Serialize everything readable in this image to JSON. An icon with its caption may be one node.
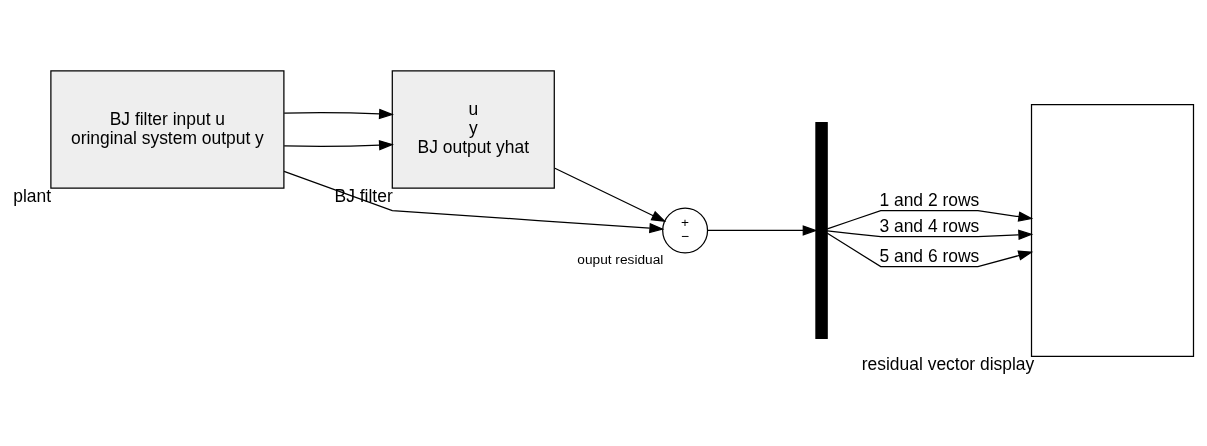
{
  "diagram": {
    "nodes": [
      {
        "text": [
          "BJ filter input u",
          "oringinal system output y"
        ],
        "beside": [
          "plant"
        ]
      },
      {
        "text": [
          "u",
          "y",
          "BJ output yhat"
        ],
        "beside": [
          "BJ filter"
        ]
      },
      {
        "text": [
          "+",
          "−"
        ],
        "beside": [
          "ouput residual"
        ]
      },
      {
        "text": [],
        "shape": "bar"
      },
      {
        "text": [],
        "shape": "box",
        "beside": [
          "residual vector display"
        ]
      }
    ],
    "edges": [
      {
        "from": 0,
        "to": 1,
        "arrow": "to"
      },
      {
        "from": 0,
        "to": 1,
        "arrow": "to"
      },
      {
        "from": 1,
        "to": 2,
        "arrow": "to"
      },
      {
        "from": 0,
        "to": 2,
        "arrow": "to"
      },
      {
        "from": 2,
        "to": 3,
        "arrow": "to"
      },
      {
        "from": 3,
        "to": 4,
        "label": "1 and 2 rows",
        "arrow": "to"
      },
      {
        "from": 3,
        "to": 4,
        "label": "3 and 4 rows",
        "arrow": "to"
      },
      {
        "from": 3,
        "to": 4,
        "label": "5 and 6 rows",
        "arrow": "to"
      }
    ]
  }
}
